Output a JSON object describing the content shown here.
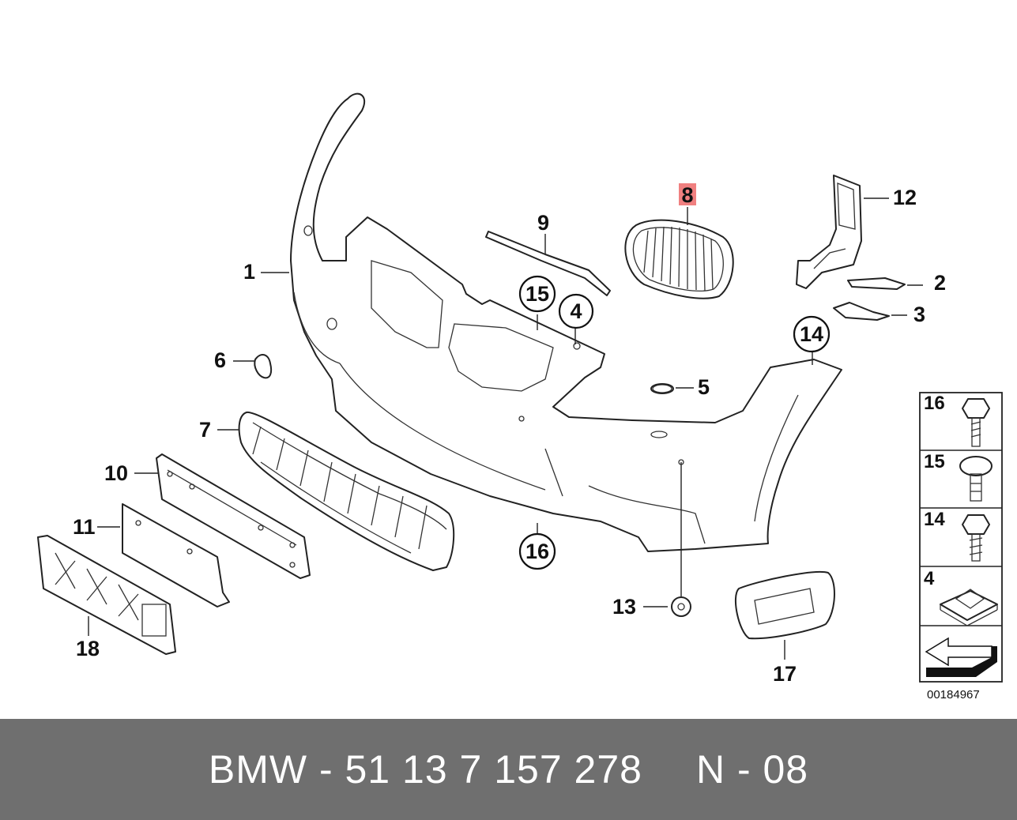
{
  "diagram": {
    "callouts": {
      "c1": "1",
      "c2": "2",
      "c3": "3",
      "c4": "4",
      "c5": "5",
      "c6": "6",
      "c7": "7",
      "c8": "8",
      "c9": "9",
      "c10": "10",
      "c11": "11",
      "c12": "12",
      "c13": "13",
      "c14": "14",
      "c15": "15",
      "c16": "16",
      "c17": "17",
      "c18": "18"
    },
    "highlighted_callout": "8",
    "highlight_color": "#f08080",
    "legend": {
      "items": [
        "16",
        "15",
        "14",
        "4"
      ]
    },
    "drawing_number": "00184967"
  },
  "caption": {
    "part_number": "BMW - 51 13 7 157 278",
    "variant": "N - 08"
  }
}
